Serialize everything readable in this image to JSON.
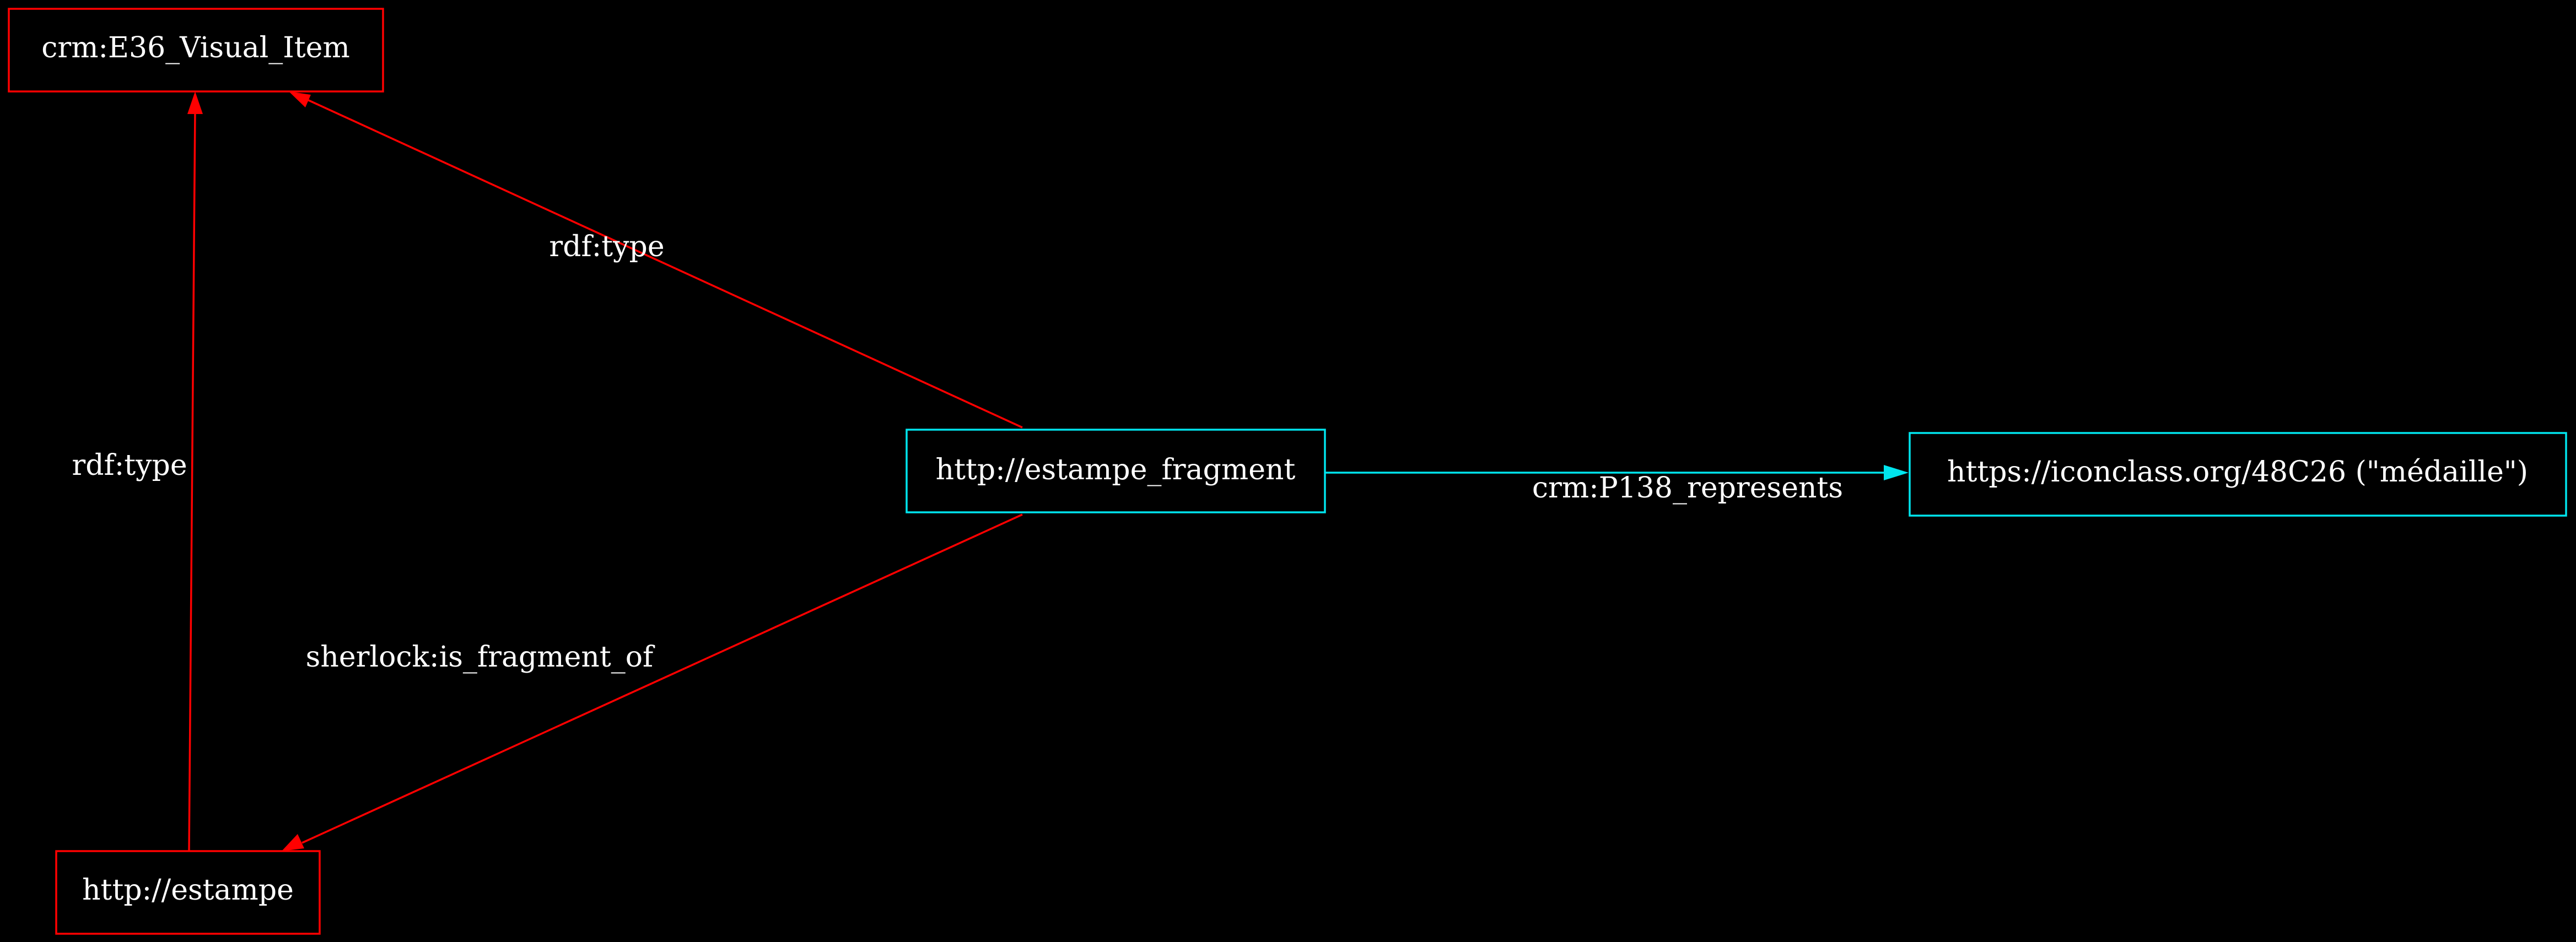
{
  "graph": {
    "background": "#000000",
    "nodes": {
      "visual_item": {
        "label": "crm:E36_Visual_Item",
        "color": "#ff0000"
      },
      "fragment": {
        "label": "http://estampe_fragment",
        "color": "#00e5ee"
      },
      "iconclass": {
        "label": "https://iconclass.org/48C26 (\"médaille\")",
        "color": "#00e5ee"
      },
      "estampe": {
        "label": "http://estampe",
        "color": "#ff0000"
      }
    },
    "edges": {
      "fragment_type": {
        "label": "rdf:type",
        "color": "#ff0000"
      },
      "estampe_type": {
        "label": "rdf:type",
        "color": "#ff0000"
      },
      "fragment_of": {
        "label": "sherlock:is_fragment_of",
        "color": "#ff0000"
      },
      "represents": {
        "label": "crm:P138_represents",
        "color": "#00e5ee"
      }
    }
  }
}
